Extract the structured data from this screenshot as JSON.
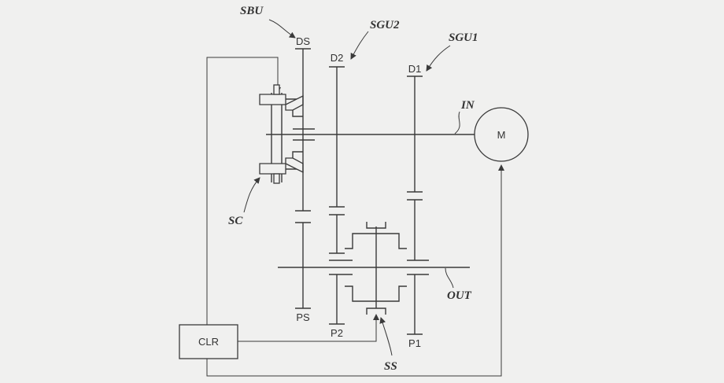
{
  "labels": {
    "ds": "DS",
    "d2": "D2",
    "d1": "D1",
    "ps": "PS",
    "p2": "P2",
    "p1": "P1",
    "motor": "M",
    "controller": "CLR"
  },
  "refs": {
    "sbu": "SBU",
    "sgu2": "SGU2",
    "sgu1": "SGU1",
    "in": "IN",
    "out": "OUT",
    "sc": "SC",
    "ss": "SS"
  }
}
